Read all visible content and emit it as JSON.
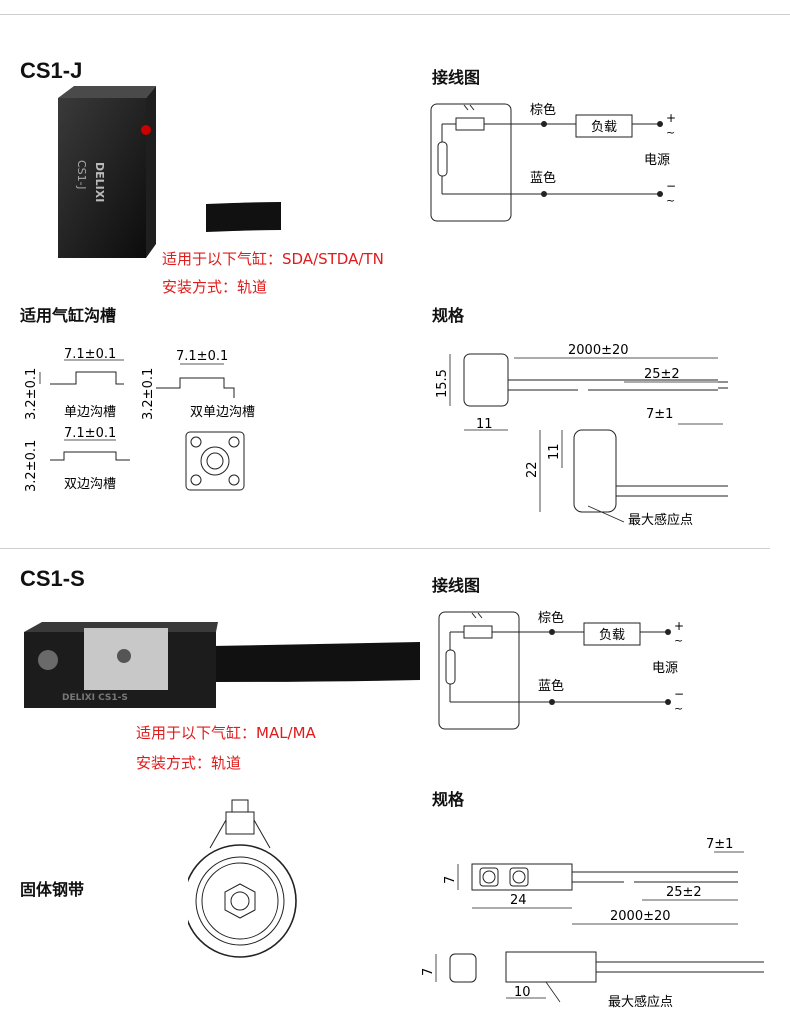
{
  "sections": [
    {
      "model": "CS1-J",
      "wiring_title": "接线图",
      "wiring": {
        "brown": "棕色",
        "blue": "蓝色",
        "load": "负载",
        "power": "电源",
        "plus": "+",
        "minus": "−",
        "tilde": "~"
      },
      "product_label": "DELIXI",
      "product_model_print": "CS1-J",
      "applicable": "适用于以下气缸：SDA/STDA/TN",
      "mounting": "安装方式：轨道",
      "grooves_title": "适用气缸沟槽",
      "grooves": {
        "width": "7.1±0.1",
        "depth": "3.2±0.1",
        "single": "单边沟槽",
        "double_single": "双单边沟槽",
        "double": "双边沟槽"
      },
      "spec_title": "规格",
      "spec": {
        "d2000": "2000±20",
        "d25": "25±2",
        "d7": "7±1",
        "d155": "15.5",
        "d11a": "11",
        "d11b": "11",
        "d22": "22",
        "sense_point": "最大感应点"
      }
    },
    {
      "model": "CS1-S",
      "wiring_title": "接线图",
      "wiring": {
        "brown": "棕色",
        "blue": "蓝色",
        "load": "负载",
        "power": "电源",
        "plus": "+",
        "minus": "−",
        "tilde": "~"
      },
      "product_label": "DELIXI CS1-S",
      "applicable": "适用于以下气缸：MAL/MA",
      "mounting": "安装方式：轨道",
      "band_title": "固体钢带",
      "spec_title": "规格",
      "spec": {
        "d7a": "7",
        "d24": "24",
        "d25": "25±2",
        "d2000": "2000±20",
        "d7b": "7±1",
        "d7c": "7",
        "d10": "10",
        "sense_point": "最大感应点"
      }
    }
  ],
  "colors": {
    "accent_red": "#e01b1b",
    "text": "#111111",
    "rule": "#cfcfcf"
  }
}
